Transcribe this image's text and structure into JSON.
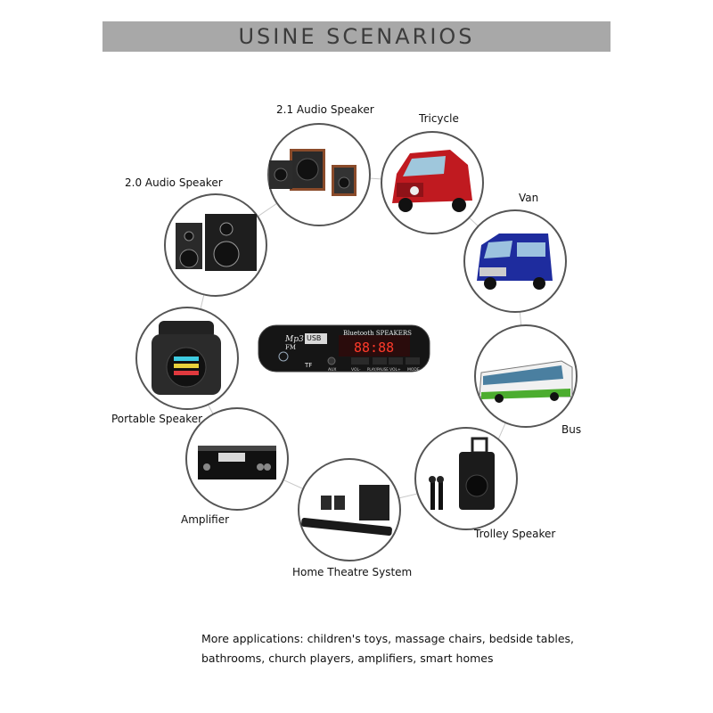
{
  "banner": {
    "title": "USINE SCENARIOS"
  },
  "scenarios": [
    {
      "label": "2.1 Audio Speaker",
      "icon": "audio-2-1-speaker-icon"
    },
    {
      "label": "Tricycle",
      "icon": "tricycle-icon"
    },
    {
      "label": "Van",
      "icon": "van-icon"
    },
    {
      "label": "2.0 Audio Speaker",
      "icon": "audio-2-0-speaker-icon"
    },
    {
      "label": "Bus",
      "icon": "bus-icon"
    },
    {
      "label": "Portable Speaker",
      "icon": "portable-speaker-icon"
    },
    {
      "label": "Trolley Speaker",
      "icon": "trolley-speaker-icon"
    },
    {
      "label": "Amplifier",
      "icon": "amplifier-icon"
    },
    {
      "label": "Home Theatre System",
      "icon": "home-theatre-icon"
    }
  ],
  "module": {
    "mp3_label": "Mp3",
    "fm_label": "FM",
    "usb_label": "USB",
    "tf_label": "TF",
    "aux_label": "AUX",
    "title": "Bluetooth SPEAKERS",
    "display": "88:88",
    "buttons": [
      "VOL-",
      "PLAY/PAUSE",
      "VOL+",
      "MODE"
    ]
  },
  "footer": {
    "line1": "More applications: children's toys, massage chairs, bedside tables,",
    "line2": "bathrooms, church players, amplifiers, smart homes"
  }
}
